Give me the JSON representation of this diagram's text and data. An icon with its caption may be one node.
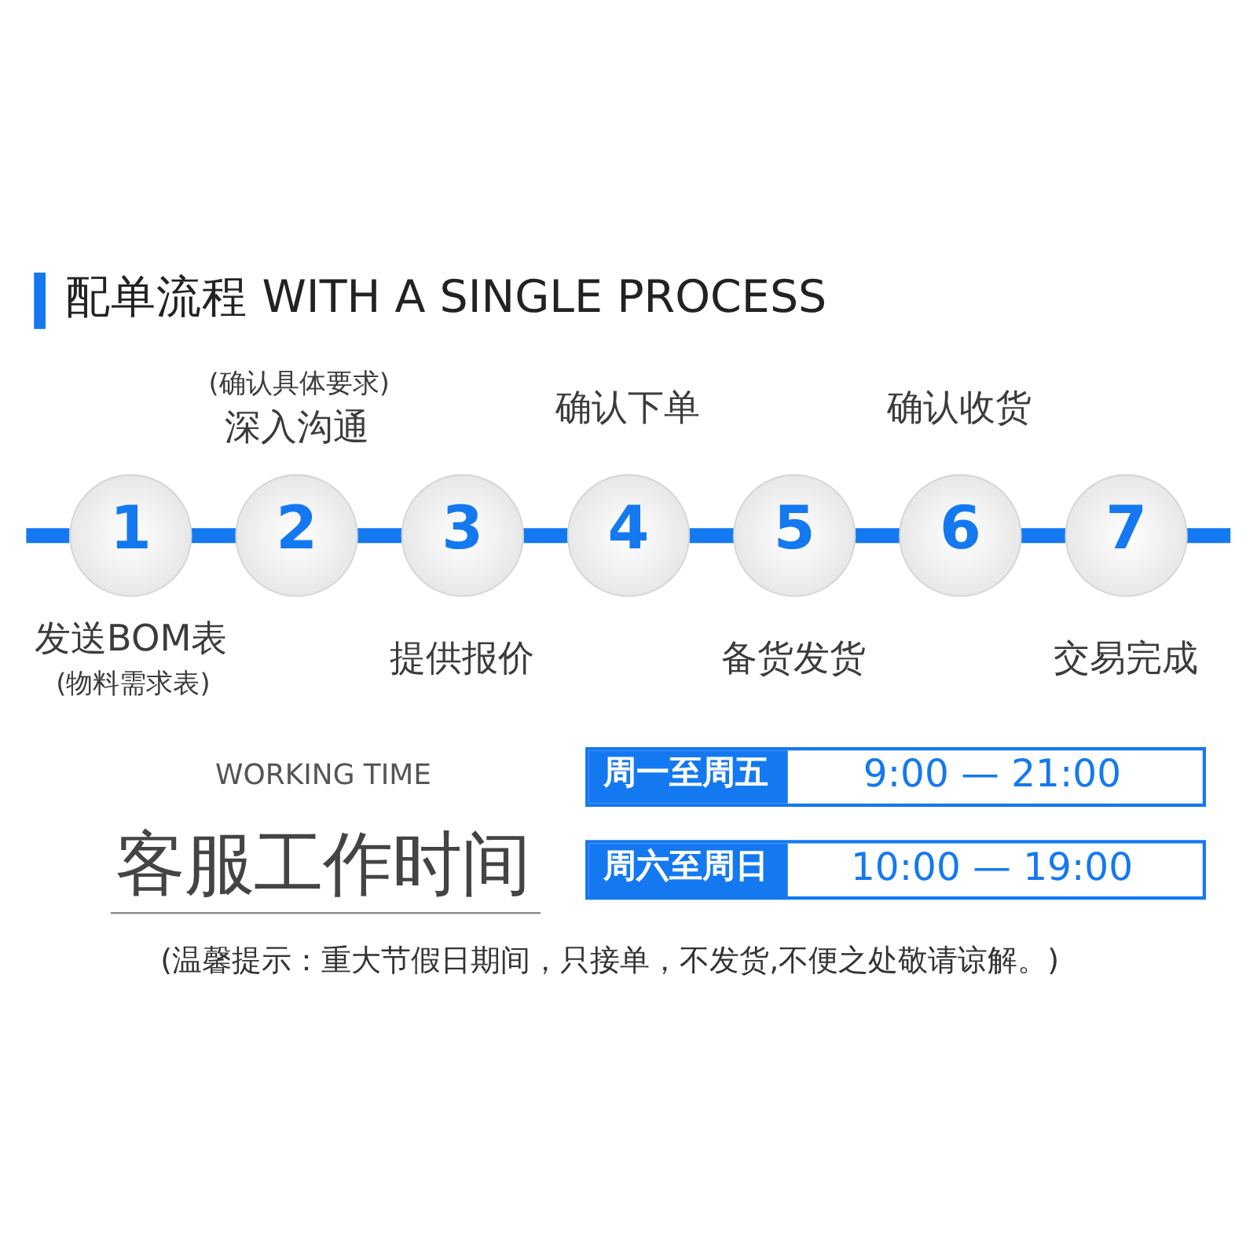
{
  "diagram": {
    "title": "配单流程 WITH A SINGLE PROCESS",
    "nodes": [
      {
        "text": [
          "1"
        ],
        "beside": [
          "发送BOM表",
          "(物料需求表)"
        ]
      },
      {
        "text": [
          "2"
        ],
        "beside": [
          "(确认具体要求)",
          "深入沟通"
        ]
      },
      {
        "text": [
          "3"
        ],
        "beside": [
          "提供报价"
        ]
      },
      {
        "text": [
          "4"
        ],
        "beside": [
          "确认下单"
        ]
      },
      {
        "text": [
          "5"
        ],
        "beside": [
          "备货发货"
        ]
      },
      {
        "text": [
          "6"
        ],
        "beside": [
          "确认收货"
        ]
      },
      {
        "text": [
          "7"
        ],
        "beside": [
          "交易完成"
        ]
      },
      {
        "text": [
          "周一至周五",
          "9:00 — 21:00"
        ]
      },
      {
        "text": [
          "周六至周日",
          "10:00 — 19:00"
        ]
      }
    ],
    "edges": [
      {
        "from": null,
        "to": 0,
        "arrow": "none"
      },
      {
        "from": 0,
        "to": 1,
        "arrow": "none"
      },
      {
        "from": 1,
        "to": 2,
        "arrow": "none"
      },
      {
        "from": 2,
        "to": 3,
        "arrow": "none"
      },
      {
        "from": 3,
        "to": 4,
        "arrow": "none"
      },
      {
        "from": 4,
        "to": 5,
        "arrow": "none"
      },
      {
        "from": 5,
        "to": 6,
        "arrow": "none"
      },
      {
        "from": 6,
        "to": null,
        "arrow": "none"
      }
    ],
    "labels": [
      "WORKING TIME",
      "客服工作时间",
      "(温馨提示：重大节假日期间，只接单，不发货,不便之处敬请谅解。)"
    ]
  }
}
